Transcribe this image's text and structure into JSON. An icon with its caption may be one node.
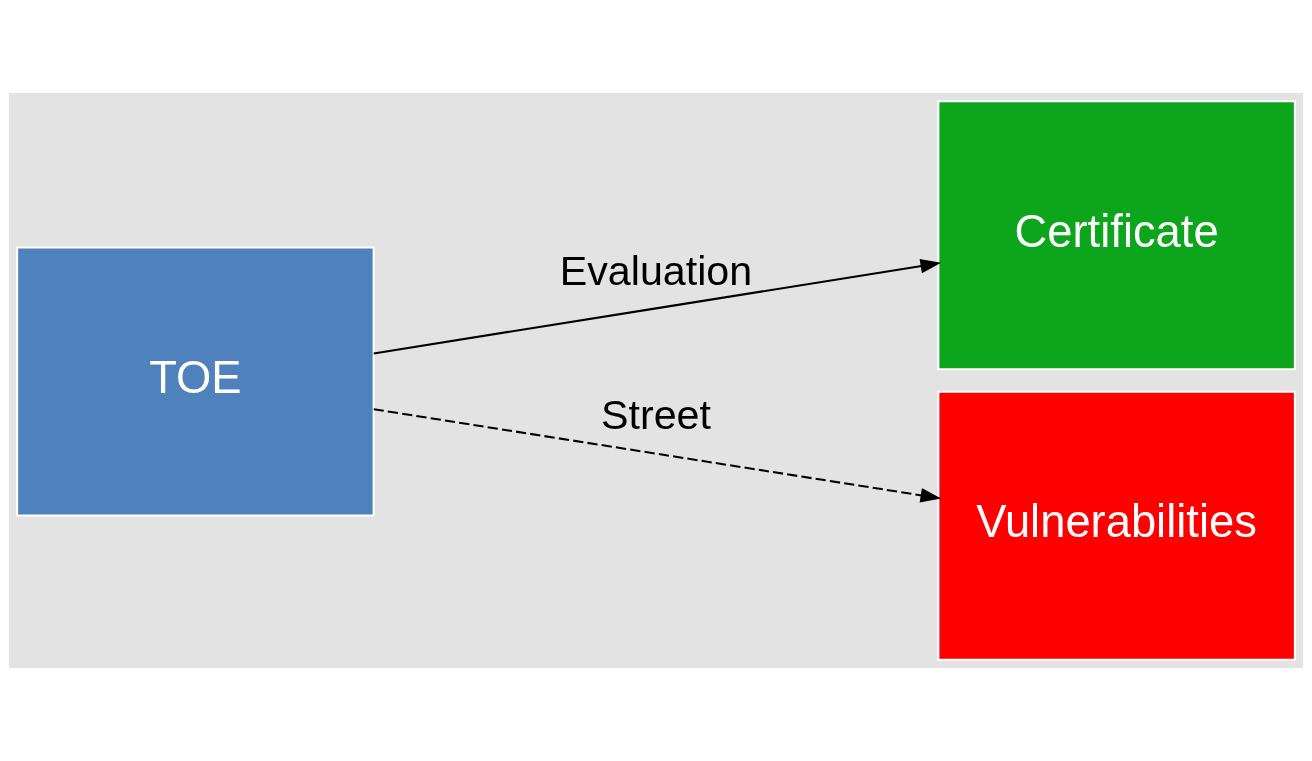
{
  "diagram": {
    "nodes": [
      {
        "text": [
          "TOE"
        ]
      },
      {
        "text": [
          "Certificate"
        ]
      },
      {
        "text": [
          "Vulnerabilities"
        ]
      }
    ],
    "edges": [
      {
        "from": 0,
        "to": 1,
        "arrow": "to",
        "label": "Evaluation"
      },
      {
        "from": 0,
        "to": 2,
        "arrow": "to",
        "label": "Street",
        "style": "dashed"
      }
    ]
  }
}
